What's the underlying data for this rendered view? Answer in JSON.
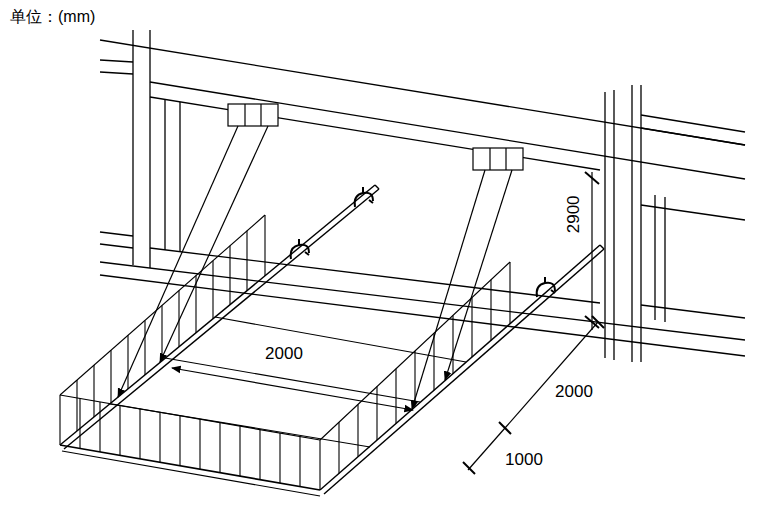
{
  "diagram": {
    "labels": [
      "单位：(mm)",
      "2900",
      "2000",
      "2000",
      "1000"
    ]
  }
}
